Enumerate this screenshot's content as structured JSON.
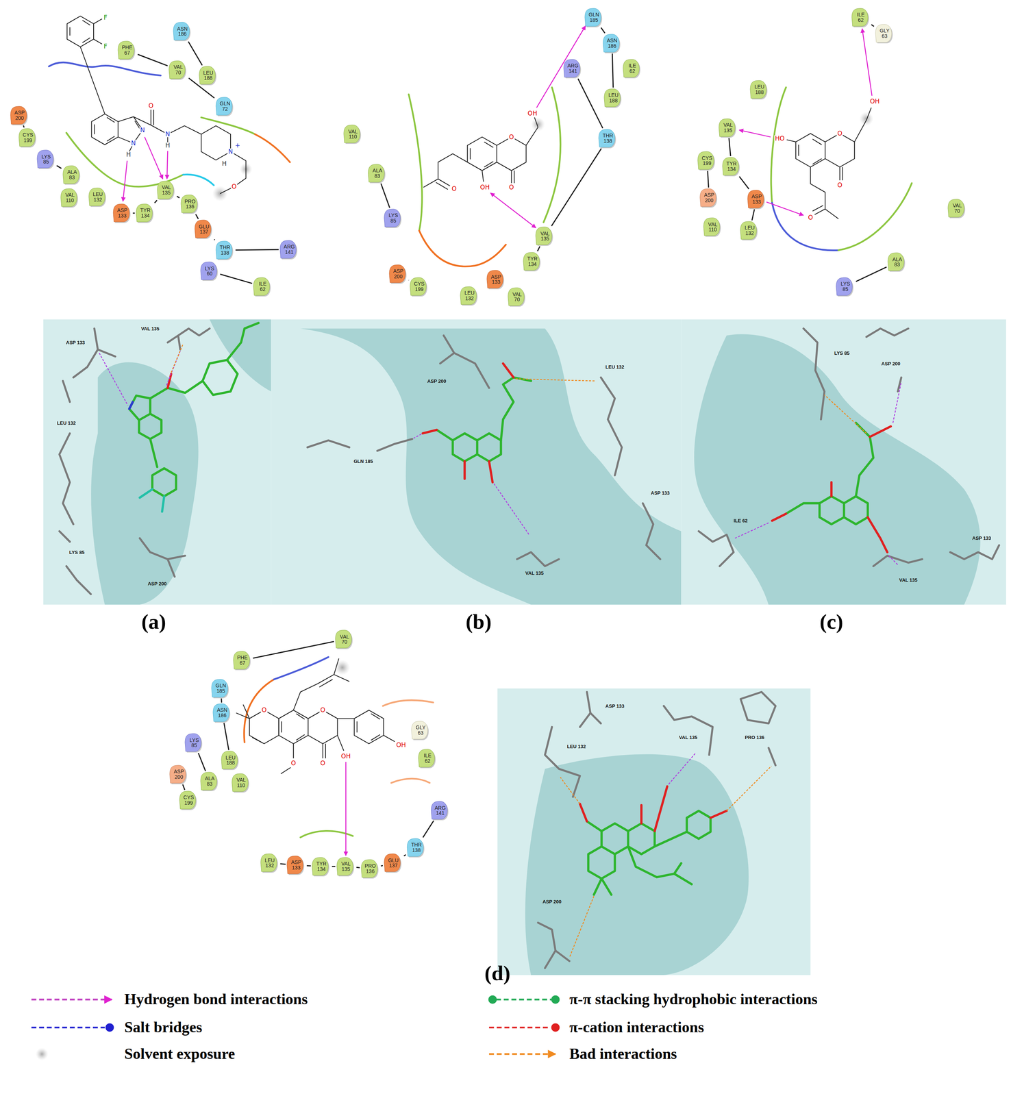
{
  "diagram": {
    "nodes": [
      {
        "text": [
          "PHE 67"
        ]
      },
      {
        "text": [
          "ASN 186"
        ]
      },
      {
        "text": [
          "VAL 70"
        ]
      },
      {
        "text": [
          "LEU 188"
        ]
      },
      {
        "text": [
          "GLN 72"
        ]
      },
      {
        "text": [
          "ASP 200"
        ]
      },
      {
        "text": [
          "CYS 199"
        ]
      },
      {
        "text": [
          "LYS 85"
        ]
      },
      {
        "text": [
          "ALA 83"
        ]
      },
      {
        "text": [
          "VAL 110"
        ]
      },
      {
        "text": [
          "LEU 132"
        ]
      },
      {
        "text": [
          "ASP 133"
        ]
      },
      {
        "text": [
          "TYR 134"
        ]
      },
      {
        "text": [
          "VAL 135"
        ]
      },
      {
        "text": [
          "PRO 136"
        ]
      },
      {
        "text": [
          "GLU 137"
        ]
      },
      {
        "text": [
          "THR 138"
        ]
      },
      {
        "text": [
          "ARG 141"
        ]
      },
      {
        "text": [
          "LYS 60"
        ]
      },
      {
        "text": [
          "ILE 62"
        ]
      },
      {
        "text": [
          "GLN 185"
        ]
      },
      {
        "text": [
          "ASN 186"
        ]
      },
      {
        "text": [
          "ARG 141"
        ]
      },
      {
        "text": [
          "ILE 62"
        ]
      },
      {
        "text": [
          "LEU 188"
        ]
      },
      {
        "text": [
          "VAL 110"
        ]
      },
      {
        "text": [
          "THR 138"
        ]
      },
      {
        "text": [
          "ALA 83"
        ]
      },
      {
        "text": [
          "LYS 85"
        ]
      },
      {
        "text": [
          "VAL 135"
        ]
      },
      {
        "text": [
          "TYR 134"
        ]
      },
      {
        "text": [
          "ASP 200"
        ]
      },
      {
        "text": [
          "CYS 199"
        ]
      },
      {
        "text": [
          "ASP 133"
        ]
      },
      {
        "text": [
          "LEU 132"
        ]
      },
      {
        "text": [
          "VAL 70"
        ]
      },
      {
        "text": [
          "ILE 62"
        ]
      },
      {
        "text": [
          "GLY 63"
        ]
      },
      {
        "text": [
          "LEU 188"
        ]
      },
      {
        "text": [
          "VAL 135"
        ]
      },
      {
        "text": [
          "CYS 199"
        ]
      },
      {
        "text": [
          "TYR 134"
        ]
      },
      {
        "text": [
          "ASP 200"
        ]
      },
      {
        "text": [
          "ASP 133"
        ]
      },
      {
        "text": [
          "VAL 110"
        ]
      },
      {
        "text": [
          "LEU 132"
        ]
      },
      {
        "text": [
          "VAL 70"
        ]
      },
      {
        "text": [
          "ALA 83"
        ]
      },
      {
        "text": [
          "LYS 85"
        ]
      },
      {
        "text": [
          "VAL 70"
        ]
      },
      {
        "text": [
          "PHE 67"
        ]
      },
      {
        "text": [
          "GLN 185"
        ]
      },
      {
        "text": [
          "ASN 186"
        ]
      },
      {
        "text": [
          "LYS 85"
        ]
      },
      {
        "text": [
          "LEU 188"
        ]
      },
      {
        "text": [
          "ASP 200"
        ]
      },
      {
        "text": [
          "ALA 83"
        ]
      },
      {
        "text": [
          "VAL 110"
        ]
      },
      {
        "text": [
          "CYS 199"
        ]
      },
      {
        "text": [
          "GLY 63"
        ]
      },
      {
        "text": [
          "ILE 62"
        ]
      },
      {
        "text": [
          "LEU 132"
        ]
      },
      {
        "text": [
          "ASP 133"
        ]
      },
      {
        "text": [
          "TYR 134"
        ]
      },
      {
        "text": [
          "VAL 135"
        ]
      },
      {
        "text": [
          "PRO 136"
        ]
      },
      {
        "text": [
          "GLU 137"
        ]
      },
      {
        "text": [
          "THR 138"
        ]
      },
      {
        "text": [
          "ARG 141"
        ]
      }
    ],
    "edges": [
      {
        "from": 0,
        "to": 2,
        "arrow": "none"
      },
      {
        "from": 2,
        "to": 4,
        "arrow": "none"
      },
      {
        "from": 1,
        "to": 3,
        "arrow": "none"
      },
      {
        "from": 5,
        "to": 6,
        "arrow": "none"
      },
      {
        "from": 7,
        "to": 8,
        "arrow": "none"
      },
      {
        "from": 11,
        "to": 12,
        "arrow": "none"
      },
      {
        "from": 12,
        "to": 13,
        "arrow": "none"
      },
      {
        "from": 13,
        "to": 14,
        "arrow": "none"
      },
      {
        "from": 14,
        "to": 15,
        "arrow": "none"
      },
      {
        "from": 15,
        "to": 16,
        "arrow": "none"
      },
      {
        "from": 16,
        "to": 17,
        "arrow": "none"
      },
      {
        "from": 18,
        "to": 19,
        "arrow": "none"
      },
      {
        "from": 20,
        "to": 21,
        "arrow": "none"
      },
      {
        "from": 21,
        "to": 24,
        "arrow": "none"
      },
      {
        "from": 22,
        "to": 26,
        "arrow": "none"
      },
      {
        "from": 26,
        "to": 29,
        "arrow": "none"
      },
      {
        "from": 27,
        "to": 28,
        "arrow": "none"
      },
      {
        "from": 31,
        "to": 32,
        "arrow": "none"
      },
      {
        "from": 29,
        "to": 30,
        "arrow": "none"
      },
      {
        "from": 36,
        "to": 37,
        "arrow": "none"
      },
      {
        "from": 39,
        "to": 41,
        "arrow": "none"
      },
      {
        "from": 41,
        "to": 43,
        "arrow": "none"
      },
      {
        "from": 43,
        "to": 45,
        "arrow": "none"
      },
      {
        "from": 40,
        "to": 42,
        "arrow": "none"
      },
      {
        "from": 47,
        "to": 48,
        "arrow": "none"
      },
      {
        "from": 50,
        "to": 49,
        "arrow": "none"
      },
      {
        "from": 51,
        "to": 52,
        "arrow": "none"
      },
      {
        "from": 52,
        "to": 54,
        "arrow": "none"
      },
      {
        "from": 53,
        "to": 56,
        "arrow": "none"
      },
      {
        "from": 55,
        "to": 58,
        "arrow": "none"
      },
      {
        "from": 61,
        "to": 62,
        "arrow": "none"
      },
      {
        "from": 62,
        "to": 63,
        "arrow": "none"
      },
      {
        "from": 63,
        "to": 64,
        "arrow": "none"
      },
      {
        "from": 64,
        "to": 65,
        "arrow": "none"
      },
      {
        "from": 65,
        "to": 66,
        "arrow": "none"
      },
      {
        "from": 66,
        "to": 67,
        "arrow": "none"
      },
      {
        "from": 67,
        "to": 68,
        "arrow": "none"
      }
    ],
    "labels": [
      "F",
      "F",
      "N",
      "N",
      "H",
      "O",
      "N",
      "H",
      "N",
      "+",
      "H",
      "O",
      "OH",
      "O",
      "O",
      "OH",
      "O",
      "OH",
      "HO",
      "O",
      "O",
      "O",
      "VAL 135",
      "ASP 133",
      "LEU 132",
      "LYS 85",
      "ASP 200",
      "ASP 200",
      "LEU 132",
      "GLN 185",
      "ASP 133",
      "VAL 135",
      "LYS 85",
      "ASP 200",
      "ILE 62",
      "ASP 133",
      "VAL 135",
      "(a)",
      "(b)",
      "(c)",
      "O",
      "O",
      "OH",
      "O",
      "O",
      "OH",
      "ASP 133",
      "LEU 132",
      "VAL 135",
      "PRO 136",
      "ASP 200",
      "(d)"
    ],
    "legend": [
      {
        "text": "Hydrogen bond interactions"
      },
      {
        "text": "Salt bridges"
      },
      {
        "text": "Solvent exposure"
      },
      {
        "text": "π-π stacking hydrophobic interactions"
      },
      {
        "text": "π-cation interactions"
      },
      {
        "text": "Bad interactions"
      }
    ]
  }
}
